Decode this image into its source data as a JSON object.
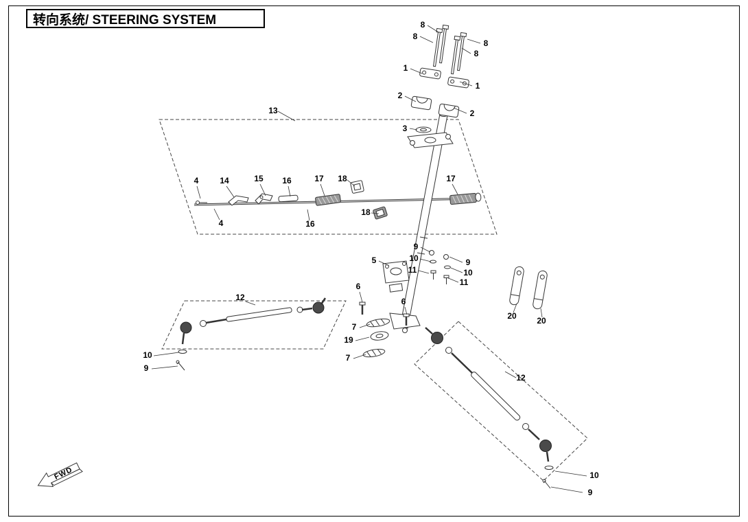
{
  "page": {
    "title": "转向系统/ STEERING SYSTEM",
    "fwd_label": "FWD"
  },
  "callouts": [
    {
      "label": "8"
    },
    {
      "label": "8"
    },
    {
      "label": "8"
    },
    {
      "label": "8"
    },
    {
      "label": "1"
    },
    {
      "label": "1"
    },
    {
      "label": "2"
    },
    {
      "label": "2"
    },
    {
      "label": "3"
    },
    {
      "label": "13"
    },
    {
      "label": "4"
    },
    {
      "label": "14"
    },
    {
      "label": "15"
    },
    {
      "label": "16"
    },
    {
      "label": "17"
    },
    {
      "label": "18"
    },
    {
      "label": "17"
    },
    {
      "label": "4"
    },
    {
      "label": "16"
    },
    {
      "label": "18"
    },
    {
      "label": "5"
    },
    {
      "label": "9"
    },
    {
      "label": "10"
    },
    {
      "label": "9"
    },
    {
      "label": "10"
    },
    {
      "label": "11"
    },
    {
      "label": "11"
    },
    {
      "label": "6"
    },
    {
      "label": "6"
    },
    {
      "label": "7"
    },
    {
      "label": "19"
    },
    {
      "label": "7"
    },
    {
      "label": "20"
    },
    {
      "label": "20"
    },
    {
      "label": "12"
    },
    {
      "label": "10"
    },
    {
      "label": "9"
    },
    {
      "label": "12"
    },
    {
      "label": "10"
    },
    {
      "label": "9"
    }
  ]
}
